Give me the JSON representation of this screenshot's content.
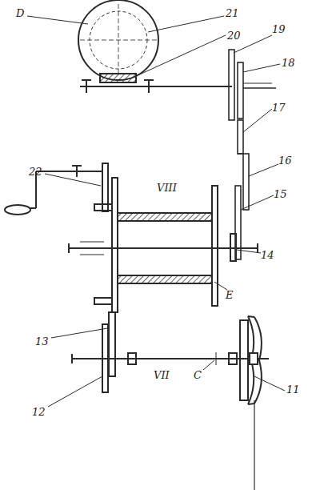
{
  "diagram": {
    "labels": [
      "D",
      "21",
      "20",
      "19",
      "18",
      "17",
      "16",
      "15",
      "22",
      "VIII",
      "14",
      "E",
      "13",
      "12",
      "VII",
      "C",
      "11"
    ]
  }
}
